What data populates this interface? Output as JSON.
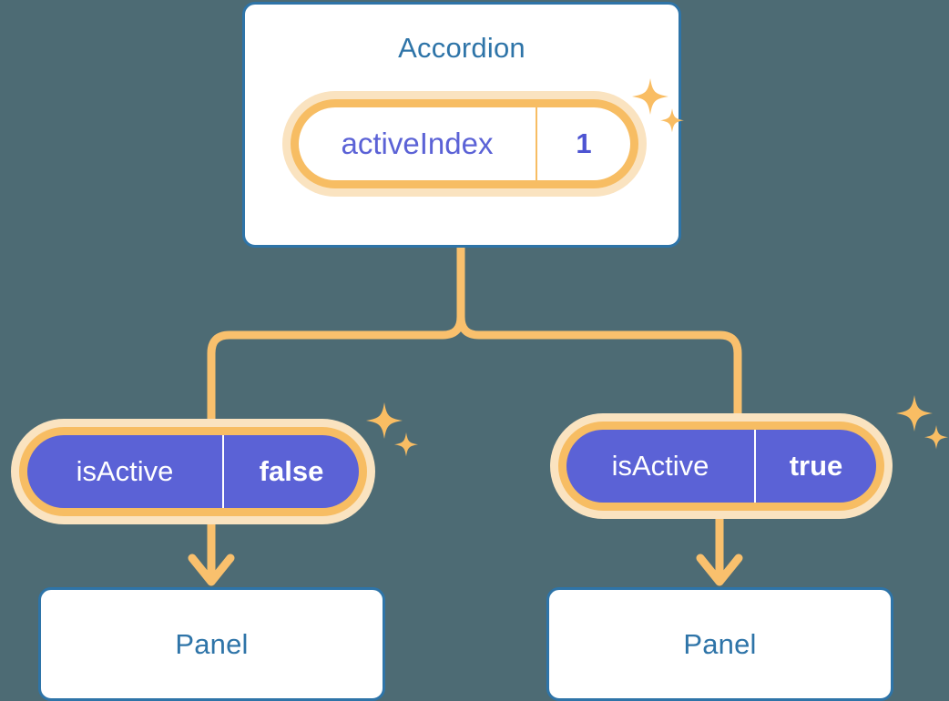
{
  "background_color": "#4d6b74",
  "palette": {
    "card_border": "#2e74a8",
    "card_fill": "#ffffff",
    "title_text": "#2e74a8",
    "ring_orange": "#f7bd63",
    "ring_halo": "#fae3c0",
    "pill_purple": "#5b62d6",
    "purple_text": "#5b62d6",
    "connector": "#f9c06d",
    "sparkle": "#f9bd63"
  },
  "root_component": {
    "title": "Accordion",
    "state": {
      "key": "activeIndex",
      "value": "1"
    }
  },
  "branches": [
    {
      "side": "left",
      "prop": {
        "key": "isActive",
        "value": "false"
      },
      "child": {
        "title": "Panel"
      }
    },
    {
      "side": "right",
      "prop": {
        "key": "isActive",
        "value": "true"
      },
      "child": {
        "title": "Panel"
      }
    }
  ],
  "icons": {
    "sparkle": "sparkle-icon",
    "arrow_down": "arrow-down-icon"
  },
  "connectors": {
    "stem_label": "tree-split-connector",
    "arrow_left_label": "arrow-left-branch",
    "arrow_right_label": "arrow-right-branch"
  }
}
